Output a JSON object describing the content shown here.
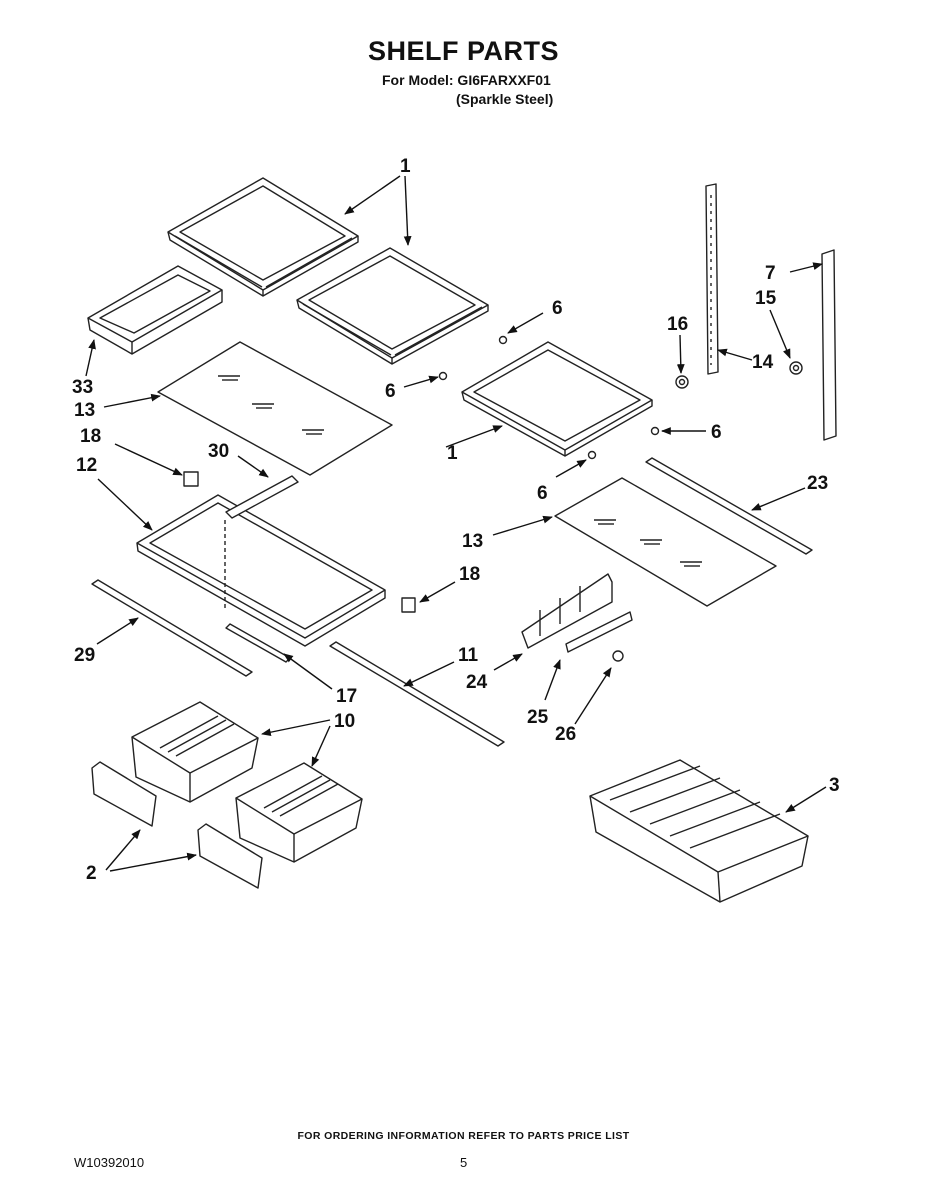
{
  "header": {
    "title": "SHELF PARTS",
    "model_line": "For Model: GI6FARXXF01",
    "finish_line": "(Sparkle Steel)"
  },
  "callouts": [
    {
      "id": "c1a",
      "label": "1"
    },
    {
      "id": "c1b",
      "label": "1"
    },
    {
      "id": "c33",
      "label": "33"
    },
    {
      "id": "c13a",
      "label": "13"
    },
    {
      "id": "c18a",
      "label": "18"
    },
    {
      "id": "c30",
      "label": "30"
    },
    {
      "id": "c12",
      "label": "12"
    },
    {
      "id": "c6a",
      "label": "6"
    },
    {
      "id": "c6b",
      "label": "6"
    },
    {
      "id": "c6c",
      "label": "6"
    },
    {
      "id": "c6d",
      "label": "6"
    },
    {
      "id": "c16",
      "label": "16"
    },
    {
      "id": "c14",
      "label": "14"
    },
    {
      "id": "c7",
      "label": "7"
    },
    {
      "id": "c15",
      "label": "15"
    },
    {
      "id": "c23",
      "label": "23"
    },
    {
      "id": "c13b",
      "label": "13"
    },
    {
      "id": "c18b",
      "label": "18"
    },
    {
      "id": "c29",
      "label": "29"
    },
    {
      "id": "c11",
      "label": "11"
    },
    {
      "id": "c17",
      "label": "17"
    },
    {
      "id": "c24",
      "label": "24"
    },
    {
      "id": "c25",
      "label": "25"
    },
    {
      "id": "c26",
      "label": "26"
    },
    {
      "id": "c10",
      "label": "10"
    },
    {
      "id": "c3",
      "label": "3"
    },
    {
      "id": "c2",
      "label": "2"
    }
  ],
  "footer": {
    "note": "FOR ORDERING INFORMATION REFER TO PARTS PRICE LIST",
    "doc_number": "W10392010",
    "page_number": "5"
  }
}
